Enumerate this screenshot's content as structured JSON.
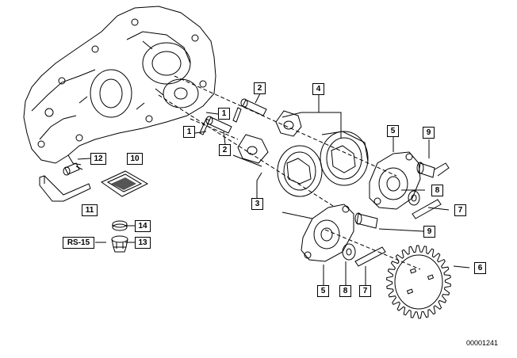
{
  "callouts": [
    {
      "key": "c1a",
      "label": "1"
    },
    {
      "key": "c1b",
      "label": "1"
    },
    {
      "key": "c2a",
      "label": "2"
    },
    {
      "key": "c2b",
      "label": "2"
    },
    {
      "key": "c3",
      "label": "3"
    },
    {
      "key": "c4",
      "label": "4"
    },
    {
      "key": "c5a",
      "label": "5"
    },
    {
      "key": "c5b",
      "label": "5"
    },
    {
      "key": "c6",
      "label": "6"
    },
    {
      "key": "c7a",
      "label": "7"
    },
    {
      "key": "c7b",
      "label": "7"
    },
    {
      "key": "c8a",
      "label": "8"
    },
    {
      "key": "c8b",
      "label": "8"
    },
    {
      "key": "c9a",
      "label": "9"
    },
    {
      "key": "c9b",
      "label": "9"
    },
    {
      "key": "c10",
      "label": "10"
    },
    {
      "key": "c11",
      "label": "11"
    },
    {
      "key": "c12",
      "label": "12"
    },
    {
      "key": "c13",
      "label": "13"
    },
    {
      "key": "c14",
      "label": "14"
    },
    {
      "key": "cRS",
      "label": "RS-15"
    }
  ],
  "document_number": "00001241",
  "colors": {
    "ink": "#000000",
    "paper": "#ffffff"
  }
}
